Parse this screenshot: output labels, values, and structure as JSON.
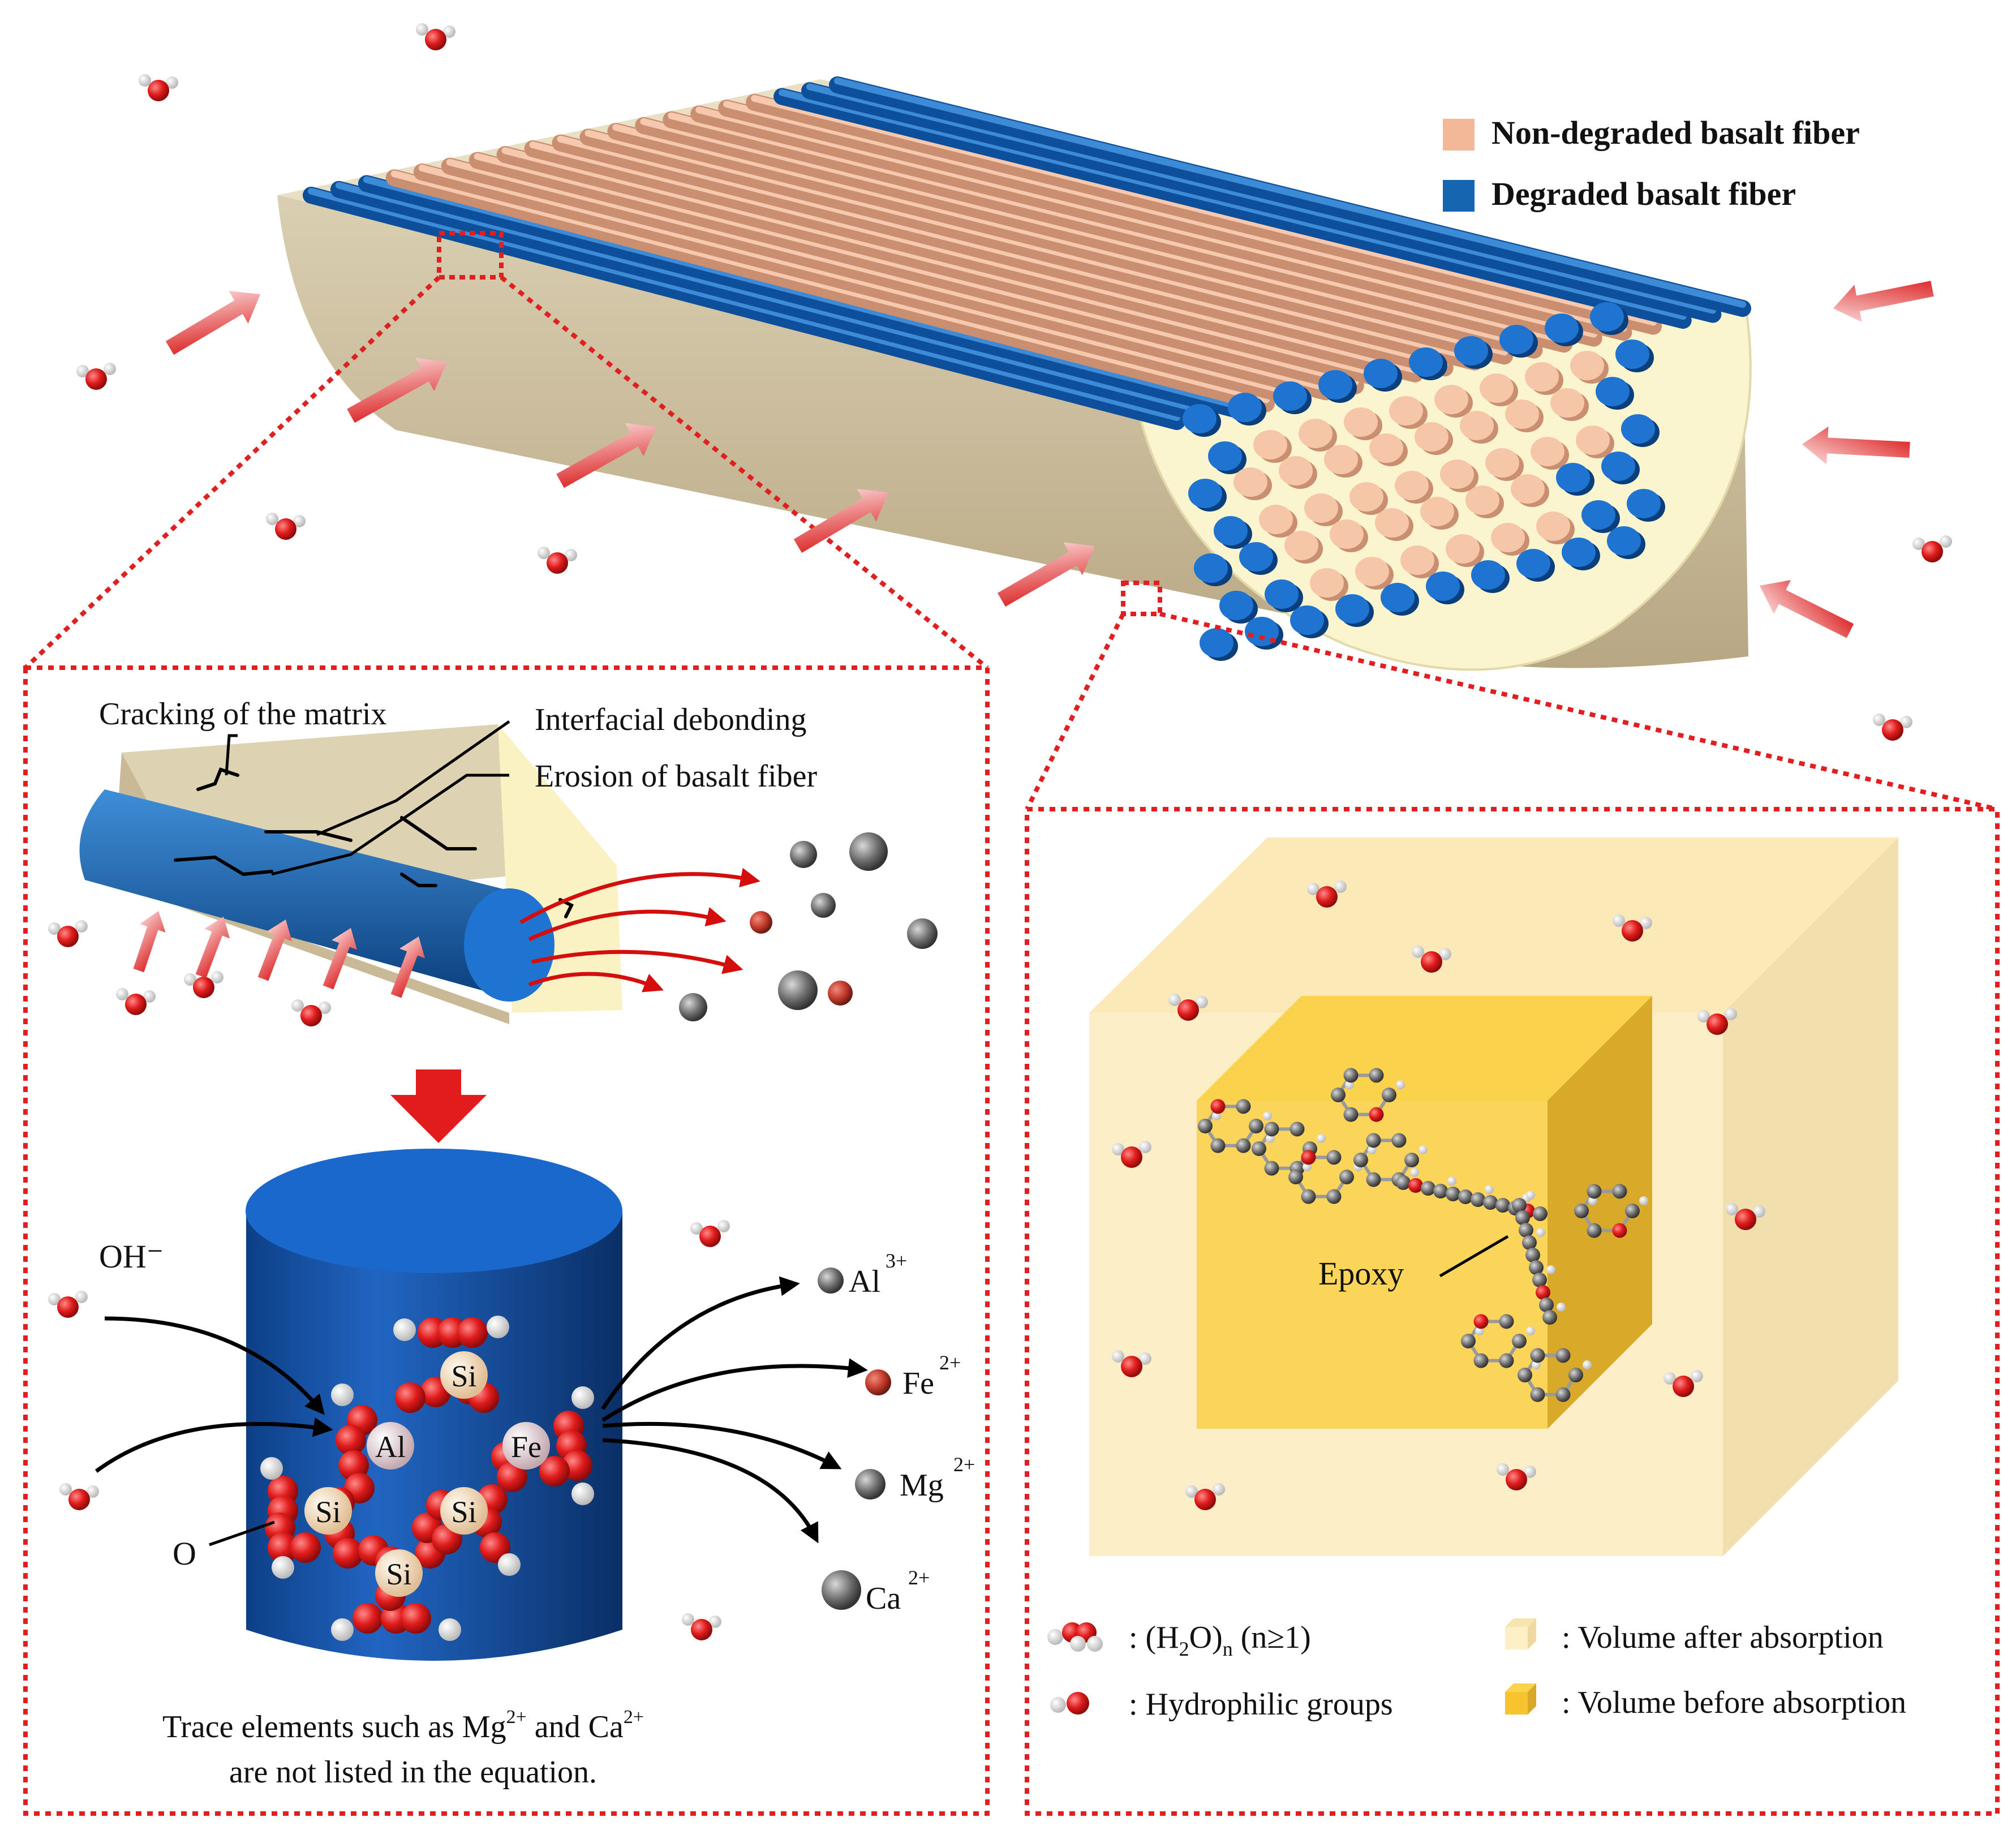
{
  "legend_top": {
    "non_degraded": {
      "label": "Non-degraded basalt fiber",
      "color": "#f3b898"
    },
    "degraded": {
      "label": "Degraded basalt fiber",
      "color": "#1565b0"
    }
  },
  "left_panel": {
    "labels": {
      "cracking": "Cracking of the matrix",
      "debonding": "Interfacial debonding",
      "erosion": "Erosion of basalt fiber"
    },
    "ions": {
      "hydroxide": "OH⁻",
      "al": "Al",
      "al_charge": "3+",
      "fe": "Fe",
      "fe_charge": "2+",
      "mg": "Mg",
      "mg_charge": "2+",
      "ca": "Ca",
      "ca_charge": "2+",
      "oxygen": "O"
    },
    "structure_atoms": {
      "si_top": "Si",
      "al": "Al",
      "fe": "Fe",
      "si_left": "Si",
      "si_mid": "Si",
      "si_bottom": "Si"
    },
    "note": {
      "line1_prefix": "Trace elements such as Mg",
      "line1_sup1": "2+",
      "line1_mid": " and Ca",
      "line1_sup2": "2+",
      "line2": "are not listed in the equation."
    }
  },
  "right_panel": {
    "epoxy_label": "Epoxy",
    "legend": {
      "cluster_prefix": ": (H",
      "cluster_sub": "2",
      "cluster_mid": "O)",
      "cluster_sub_n": "n",
      "cluster_suffix": " (n≥1)",
      "hydrophilic": ": Hydrophilic groups",
      "after": ": Volume after absorption",
      "before": ": Volume before absorption"
    },
    "colors": {
      "volume_after": "#fdefc6",
      "volume_before": "#f7c430"
    }
  },
  "colors": {
    "water_oxygen": "#e01b1b",
    "ion_gray": "#6e6e6e",
    "fe_ion": "#c0392b",
    "border": "#e02020",
    "matrix": "#c9b996"
  }
}
